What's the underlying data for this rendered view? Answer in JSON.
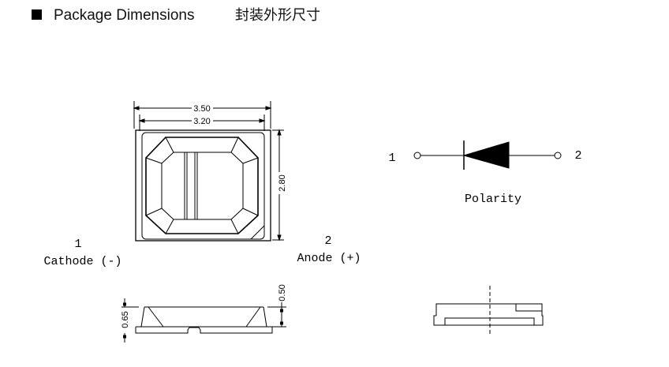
{
  "header": {
    "icon": "black-square-icon",
    "title": "Package Dimensions",
    "title_cn": "封装外形尺寸"
  },
  "top_view": {
    "width_outer": "3.50",
    "width_inner": "3.20",
    "height": "2.80"
  },
  "pins": {
    "pin1_number": "1",
    "pin1_label": "Cathode (-)",
    "pin2_number": "2",
    "pin2_label": "Anode (+)"
  },
  "polarity": {
    "left_number": "1",
    "right_number": "2",
    "label": "Polarity",
    "symbol": "diode-icon"
  },
  "side_view": {
    "total_height": "0.65",
    "body_height": "0.50"
  }
}
